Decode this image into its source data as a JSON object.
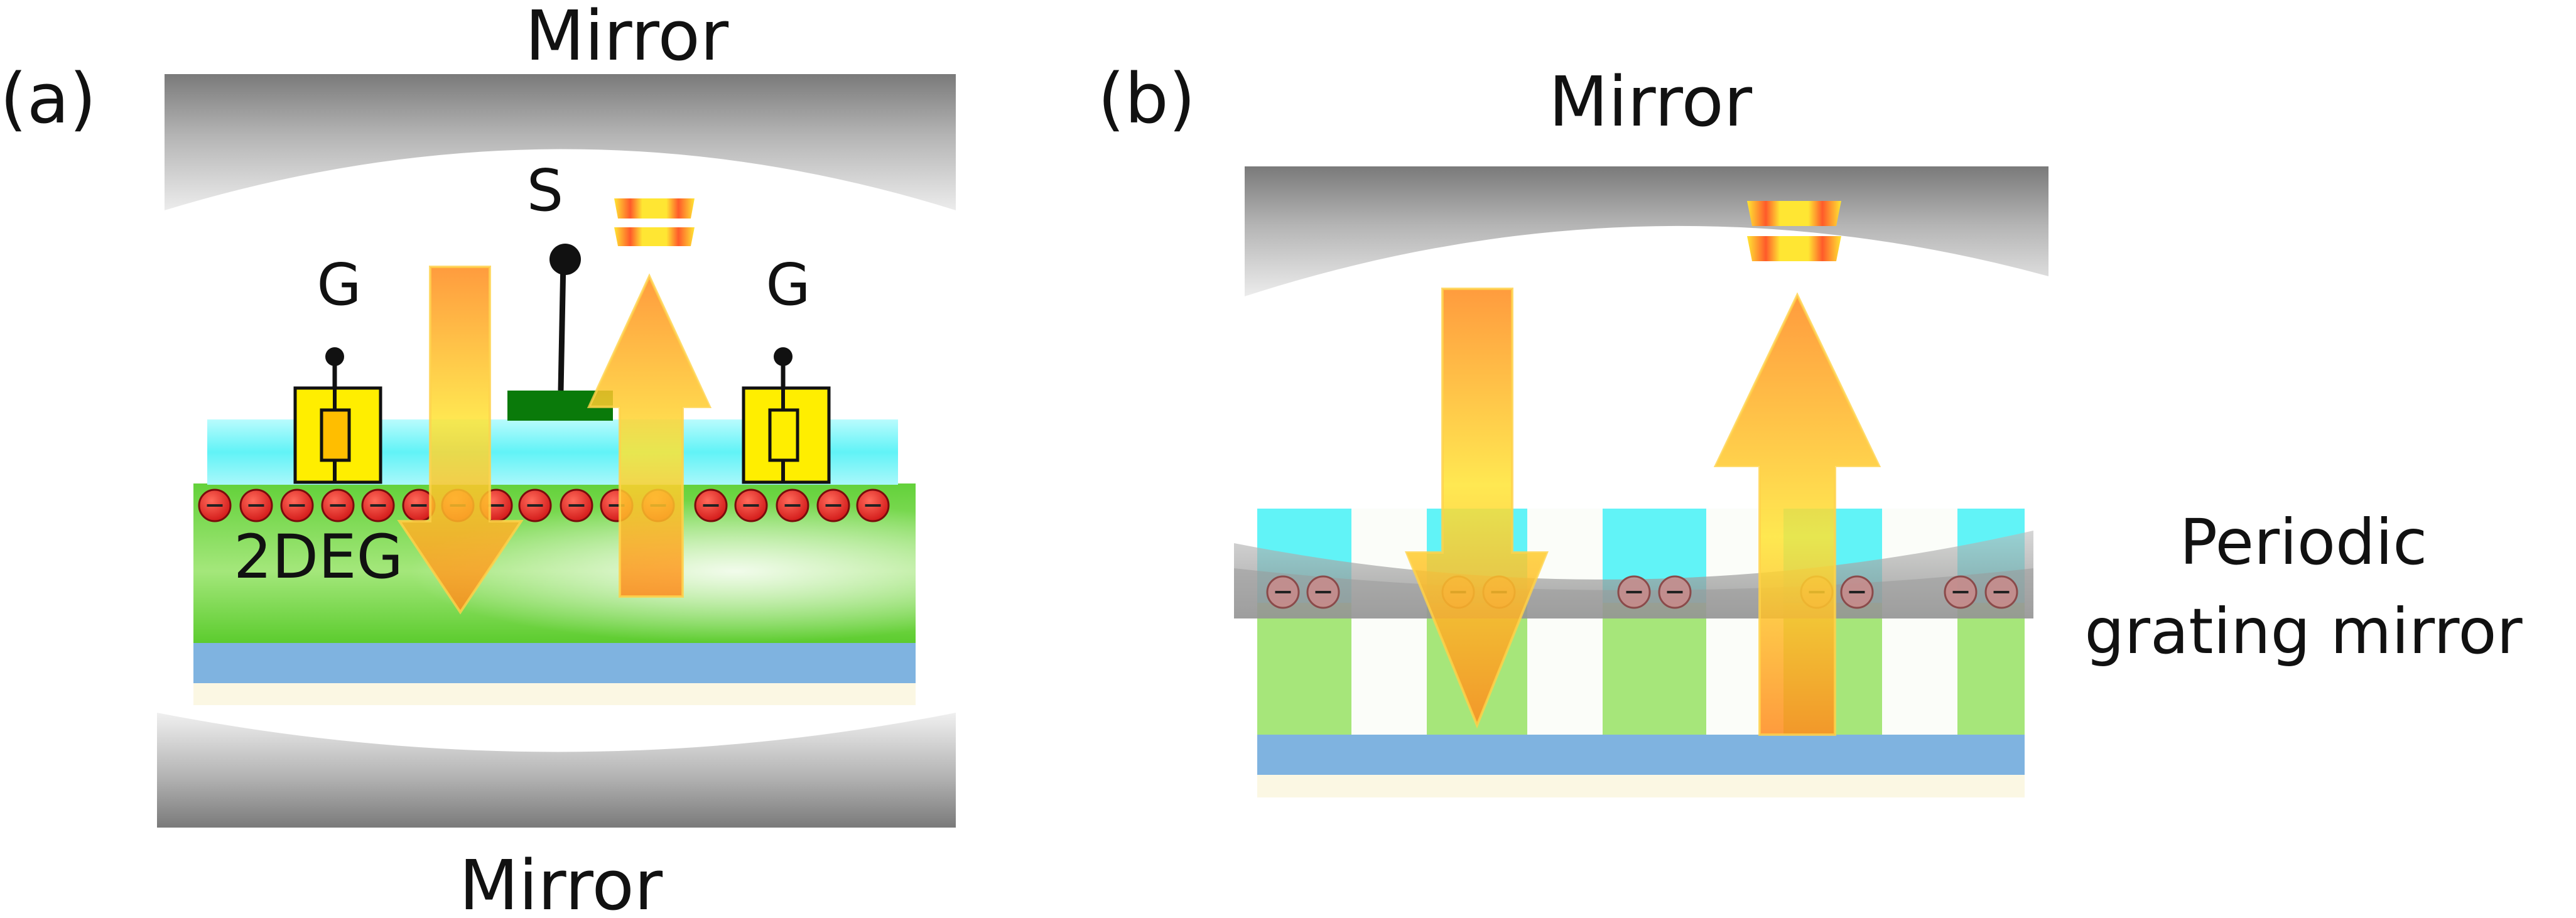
{
  "panel_a": {
    "label": "(a)",
    "mirror_top_label": "Mirror",
    "mirror_bottom_label": "Mirror",
    "gate_left_label": "G",
    "gate_right_label": "G",
    "source_label": "S",
    "channel_label": "2DEG"
  },
  "panel_b": {
    "label": "(b)",
    "mirror_top_label": "Mirror",
    "grating_label_line1": "Periodic",
    "grating_label_line2": "grating mirror"
  },
  "colors": {
    "mirror": "#9a9a9a",
    "cap_layer": "#7ff9fb",
    "channel_layer": "#7fdc4a",
    "substrate_blue": "#7fb3e0",
    "base": "#fbf7e3",
    "gate_box": "#ffee00",
    "source_contact": "#0a7a0a",
    "electron": "#e02020",
    "arrow": "#ff9a20",
    "arrow_core": "#ffee33"
  },
  "icons": [
    "electron-icon",
    "gate-resistor-icon",
    "source-pin-icon",
    "field-arrow-icon",
    "emission-icon"
  ]
}
